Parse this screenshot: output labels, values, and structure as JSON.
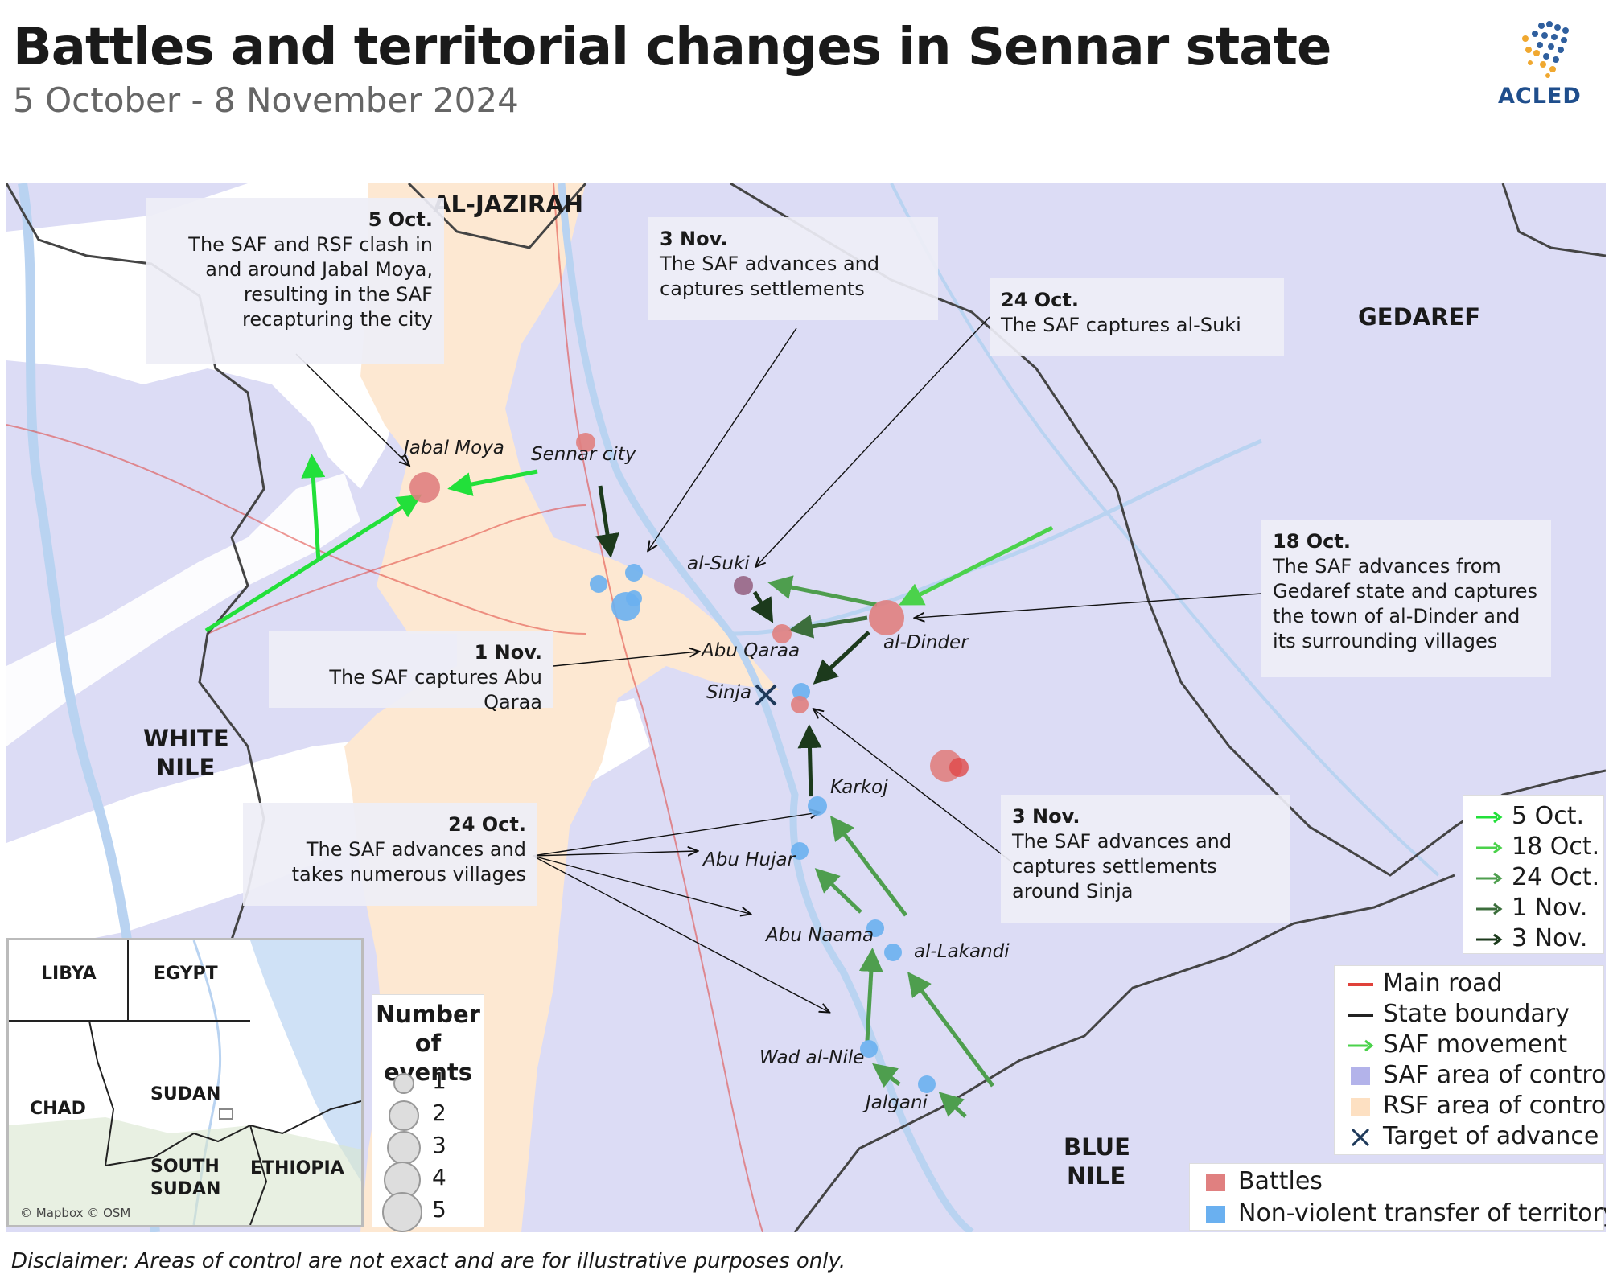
{
  "header": {
    "title": "Battles and territorial changes in Sennar state",
    "subtitle": "5 October - 8 November 2024",
    "logo_text": "ACLED"
  },
  "colors": {
    "saf_area": "#dcdcf5",
    "rsf_area": "#fde8d2",
    "battles": "#e08080",
    "non_violent": "#6ab0f0",
    "main_road": "#e0413a",
    "state_boundary": "#222222",
    "river": "#b9d3f1"
  },
  "regions": {
    "al_jazirah": "AL-JAZIRAH",
    "gedaref": "GEDAREF",
    "white_nile_1": "WHITE",
    "white_nile_2": "NILE",
    "blue_nile_1": "BLUE",
    "blue_nile_2": "NILE"
  },
  "places": {
    "jabal_moya": "Jabal Moya",
    "sennar_city": "Sennar city",
    "al_suki": "al-Suki",
    "abu_qaraa": "Abu Qaraa",
    "al_dinder": "al-Dinder",
    "sinja": "Sinja",
    "karkoj": "Karkoj",
    "abu_hujar": "Abu Hujar",
    "abu_naama": "Abu Naama",
    "al_lakandi": "al-Lakandi",
    "wad_al_nile": "Wad al-Nile",
    "jalgani": "Jalgani"
  },
  "annotations": {
    "oct5": {
      "date": "5 Oct.",
      "text": "The SAF and RSF clash in and around Jabal Moya, resulting in the SAF recapturing the city"
    },
    "nov3_top": {
      "date": "3 Nov.",
      "text": "The SAF advances and captures settlements"
    },
    "oct24_top": {
      "date": "24 Oct.",
      "text": "The SAF captures al-Suki"
    },
    "oct18": {
      "date": "18 Oct.",
      "text": "The SAF advances from Gedaref state and captures the town of al-Dinder and its surrounding villages"
    },
    "nov1": {
      "date": "1 Nov.",
      "text": "The SAF captures Abu Qaraa"
    },
    "oct24_bottom": {
      "date": "24 Oct.",
      "text": "The SAF advances and takes numerous villages"
    },
    "nov3_bottom": {
      "date": "3 Nov.",
      "text": "The SAF advances and captures settlements around Sinja"
    }
  },
  "inset": {
    "libya": "LIBYA",
    "egypt": "EGYPT",
    "chad": "CHAD",
    "sudan": "SUDAN",
    "south_sudan_1": "SOUTH",
    "south_sudan_2": "SUDAN",
    "ethiopia": "ETHIOPIA",
    "credit": "© Mapbox © OSM"
  },
  "size_legend": {
    "title_1": "Number",
    "title_2": "of events",
    "values": [
      "1",
      "2",
      "3",
      "4",
      "5"
    ]
  },
  "date_legend": [
    {
      "label": "5 Oct.",
      "color": "#22e03a"
    },
    {
      "label": "18 Oct.",
      "color": "#4bd24b"
    },
    {
      "label": "24 Oct.",
      "color": "#4e9e4e"
    },
    {
      "label": "1 Nov.",
      "color": "#3c6e3c"
    },
    {
      "label": "3 Nov.",
      "color": "#1c3a1c"
    }
  ],
  "legend": {
    "main_road": "Main road",
    "state_boundary": "State boundary",
    "saf_movement": "SAF movement",
    "saf_area": "SAF area of control",
    "rsf_area": "RSF area of control",
    "target": "Target of advance",
    "battles": "Battles",
    "non_violent": "Non-violent transfer of territory"
  },
  "disclaimer": "Disclaimer: Areas of control are not exact and are for illustrative purposes only."
}
